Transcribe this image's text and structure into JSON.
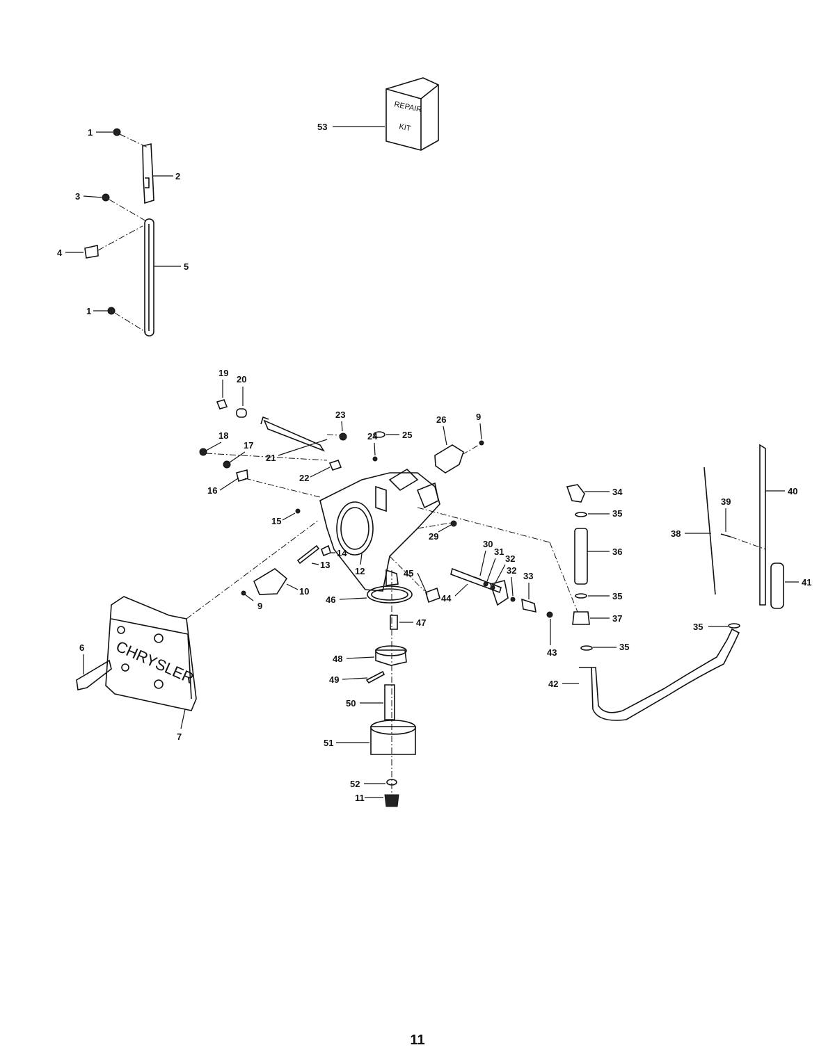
{
  "page": {
    "number": "11"
  },
  "repair_kit_text": [
    "REPAIR",
    "KIT"
  ],
  "brand_text": "CHRYSLER",
  "callouts": [
    "1",
    "2",
    "3",
    "4",
    "5",
    "1",
    "53",
    "19",
    "20",
    "23",
    "24",
    "25",
    "26",
    "9",
    "18",
    "17",
    "21",
    "22",
    "16",
    "15",
    "34",
    "35",
    "40",
    "39",
    "38",
    "36",
    "14",
    "13",
    "12",
    "29",
    "30",
    "31",
    "32",
    "32",
    "33",
    "45",
    "10",
    "9",
    "46",
    "44",
    "35",
    "41",
    "37",
    "47",
    "43",
    "35",
    "35",
    "6",
    "48",
    "49",
    "50",
    "51",
    "52",
    "11",
    "42",
    "7"
  ]
}
